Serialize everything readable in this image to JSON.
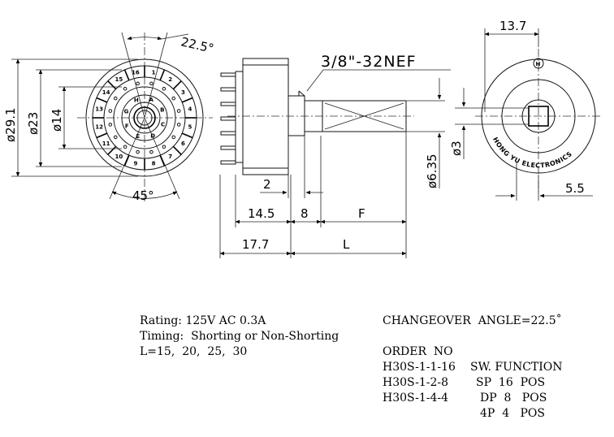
{
  "front_view": {
    "dia_outer": "ø29.1",
    "dia_mid": "ø23",
    "dia_inner": "ø14",
    "angle_top": "22.5°",
    "angle_bottom": "45°",
    "contact_labels": [
      "1",
      "2",
      "3",
      "4",
      "5",
      "6",
      "7",
      "8",
      "9",
      "10",
      "11",
      "12",
      "13",
      "14",
      "15",
      "16"
    ],
    "pole_labels": [
      "A",
      "B",
      "C",
      "D",
      "E",
      "F",
      "G",
      "H"
    ]
  },
  "side_view": {
    "thread": "3/8\"-32NEF",
    "dim_2": "2",
    "dim_14_5": "14.5",
    "dim_8": "8",
    "dim_f": "F",
    "dim_17_7": "17.7",
    "dim_l": "L",
    "dim_6_35": "ø6.35",
    "dim_3": "ø3"
  },
  "rear_view": {
    "dim_13_7": "13.7",
    "dim_5_5": "5.5",
    "brand_text": "HONG YU ELECTRONICS",
    "logo_letter": "H"
  },
  "specs": {
    "rating": "Rating: 125V AC 0.3A",
    "timing": "Timing:  Shorting or Non-Shorting",
    "lengths": "L=15,  20,  25,  30"
  },
  "table": {
    "changeover": "CHANGEOVER  ANGLE=22.5˚",
    "header_order": "ORDER  NO",
    "header_function": "SW. FUNCTION",
    "rows": [
      {
        "order": "H30S-1-1-16",
        "function": "SP  16  POS"
      },
      {
        "order": "H30S-1-2-8",
        "function": "DP  8   POS"
      },
      {
        "order": "H30S-1-4-4",
        "function": "4P  4   POS"
      }
    ]
  }
}
